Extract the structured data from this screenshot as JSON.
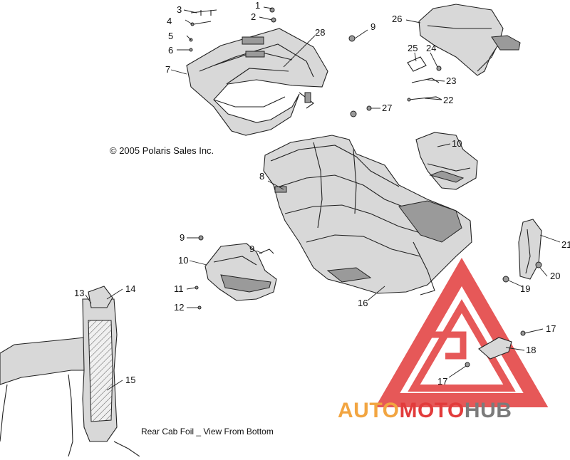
{
  "copyright": "© 2005 Polaris Sales Inc.",
  "caption": "Rear Cab Foil _ View From Bottom",
  "watermark": {
    "text_part1": "AUTO",
    "text_part2": "MOTO",
    "text_part3": "HUB",
    "color_orange": "#f2a541",
    "color_red": "#e23b3b",
    "color_gray": "#7b7b7b"
  },
  "callouts": {
    "c1": "1",
    "c2": "2",
    "c3": "3",
    "c4": "4",
    "c5": "5",
    "c6": "6",
    "c7": "7",
    "c8": "8",
    "c9a": "9",
    "c9b": "9",
    "c9c": "9",
    "c10a": "10",
    "c10b": "10",
    "c11": "11",
    "c12": "12",
    "c13": "13",
    "c14": "14",
    "c15": "15",
    "c16": "16",
    "c17a": "17",
    "c17b": "17",
    "c18": "18",
    "c19": "19",
    "c20": "20",
    "c21": "21",
    "c22": "22",
    "c23": "23",
    "c24": "24",
    "c25": "25",
    "c26": "26",
    "c27": "27",
    "c28": "28"
  }
}
